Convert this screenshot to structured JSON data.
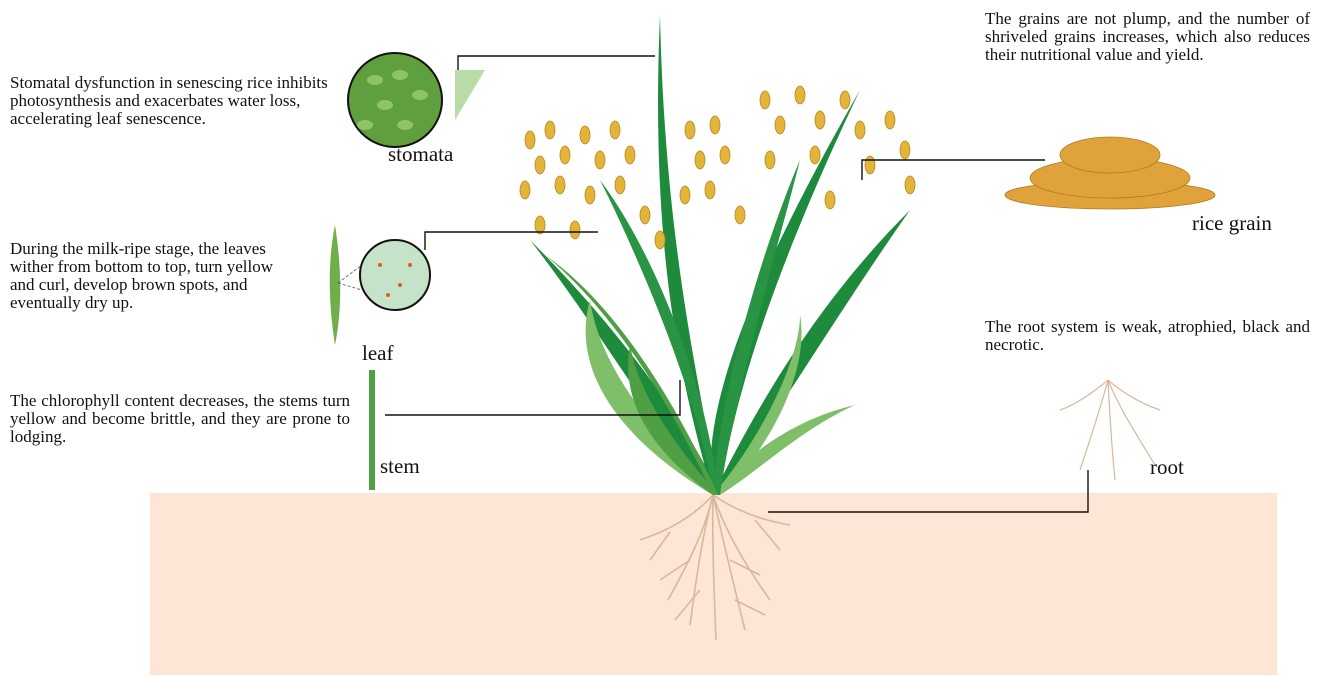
{
  "annotations": {
    "stomata_text": "Stomatal dysfunction in senescing rice inhibits photosynthesis and exacerbates water loss, accelerating leaf senescence.",
    "leaf_text": "During the milk-ripe stage, the leaves wither from bottom to top, turn yellow and curl, develop brown spots, and eventually dry up.",
    "stem_text": "The chlorophyll content decreases, the stems turn yellow and become brittle, and they are prone to lodging.",
    "grain_text": "The grains are not plump, and the number of shriveled grains increases, which also reduces their nutritional value and yield.",
    "root_text": "The root system is weak, atrophied, black and necrotic."
  },
  "labels": {
    "stomata": "stomata",
    "leaf": "leaf",
    "stem": "stem",
    "rice_grain": "rice grain",
    "root": "root"
  },
  "colors": {
    "soil": "#fde6d6",
    "leaf_green": "#1e8a3c",
    "leaf_light": "#7fbf6a",
    "panicle_gold": "#e2b43a",
    "grain_orange": "#e0a23a",
    "root_tan": "#d9b79a",
    "callout_line": "#111111",
    "stomata_bg": "#5f9f3d"
  }
}
